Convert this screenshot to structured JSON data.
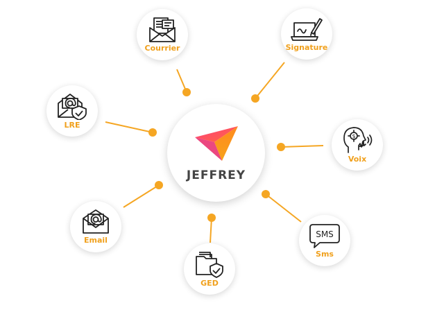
{
  "center": {
    "brand": "JEFFREY",
    "logo": "jeffrey-arrow-logo"
  },
  "accent_color": "#f5a623",
  "nodes": [
    {
      "id": "courrier",
      "label": "Courrier",
      "icon": "envelope-letters-icon"
    },
    {
      "id": "signature",
      "label": "Signature",
      "icon": "laptop-pen-icon"
    },
    {
      "id": "lre",
      "label": "LRE",
      "icon": "at-envelope-shield-icon"
    },
    {
      "id": "voix",
      "label": "Voix",
      "icon": "head-voice-icon"
    },
    {
      "id": "email",
      "label": "Email",
      "icon": "at-envelope-icon"
    },
    {
      "id": "sms",
      "label": "Sms",
      "icon": "sms-bubble-icon",
      "bubble_text": "SMS"
    },
    {
      "id": "ged",
      "label": "GED",
      "icon": "folder-shield-icon"
    }
  ]
}
